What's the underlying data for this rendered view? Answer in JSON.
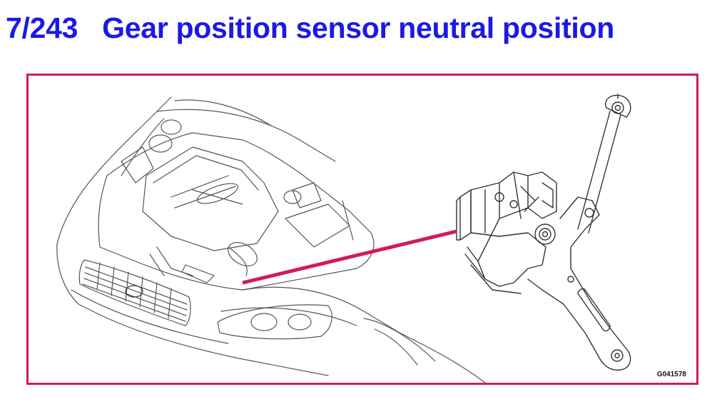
{
  "header": {
    "code": "7/243",
    "title": "Gear position sensor neutral position"
  },
  "figure": {
    "id_code": "G041578",
    "frame_color": "#d11c55",
    "pointer_color": "#d11c55",
    "title_color": "#1a1ae6",
    "left_panel": "car-front-engine-bay-illustration",
    "right_panel": "gear-position-sensor-bracket-illustration"
  }
}
